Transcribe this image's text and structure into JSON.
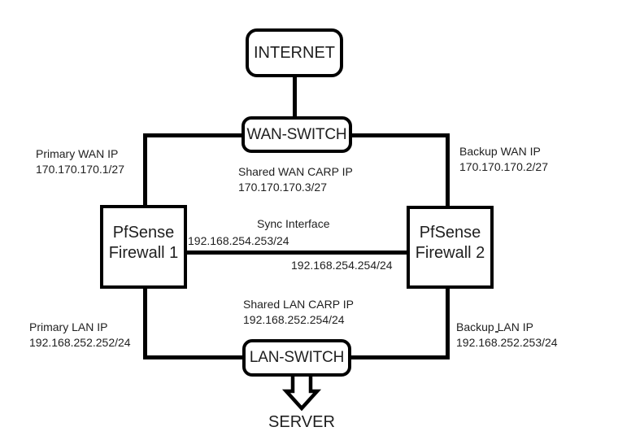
{
  "diagram": {
    "background": "#ffffff",
    "stroke_color": "#000000",
    "text_color": "#1f1f1f",
    "nodes": {
      "internet": {
        "label": "INTERNET"
      },
      "wan_switch": {
        "label": "WAN-SWITCH"
      },
      "firewall1": {
        "line1": "PfSense",
        "line2": "Firewall 1"
      },
      "firewall2": {
        "line1": "PfSense",
        "line2": "Firewall 2"
      },
      "lan_switch": {
        "label": "LAN-SWITCH"
      },
      "server": {
        "label": "SERVER"
      }
    },
    "labels": {
      "primary_wan": {
        "line1": "Primary WAN IP",
        "line2": "170.170.170.1/27"
      },
      "backup_wan": {
        "line1": "Backup WAN IP",
        "line2": "170.170.170.2/27"
      },
      "shared_wan_carp": {
        "line1": "Shared WAN CARP IP",
        "line2": "170.170.170.3/27"
      },
      "sync": {
        "title": "Sync Interface",
        "fw1_ip": "192.168.254.253/24",
        "fw2_ip": "192.168.254.254/24"
      },
      "shared_lan_carp": {
        "line1": "Shared LAN CARP IP",
        "line2": "192.168.252.254/24"
      },
      "primary_lan": {
        "line1": "Primary LAN IP",
        "line2": "192.168.252.252/24"
      },
      "backup_lan": {
        "line1": "Backup LAN IP",
        "line2": "192.168.252.253/24"
      }
    }
  }
}
